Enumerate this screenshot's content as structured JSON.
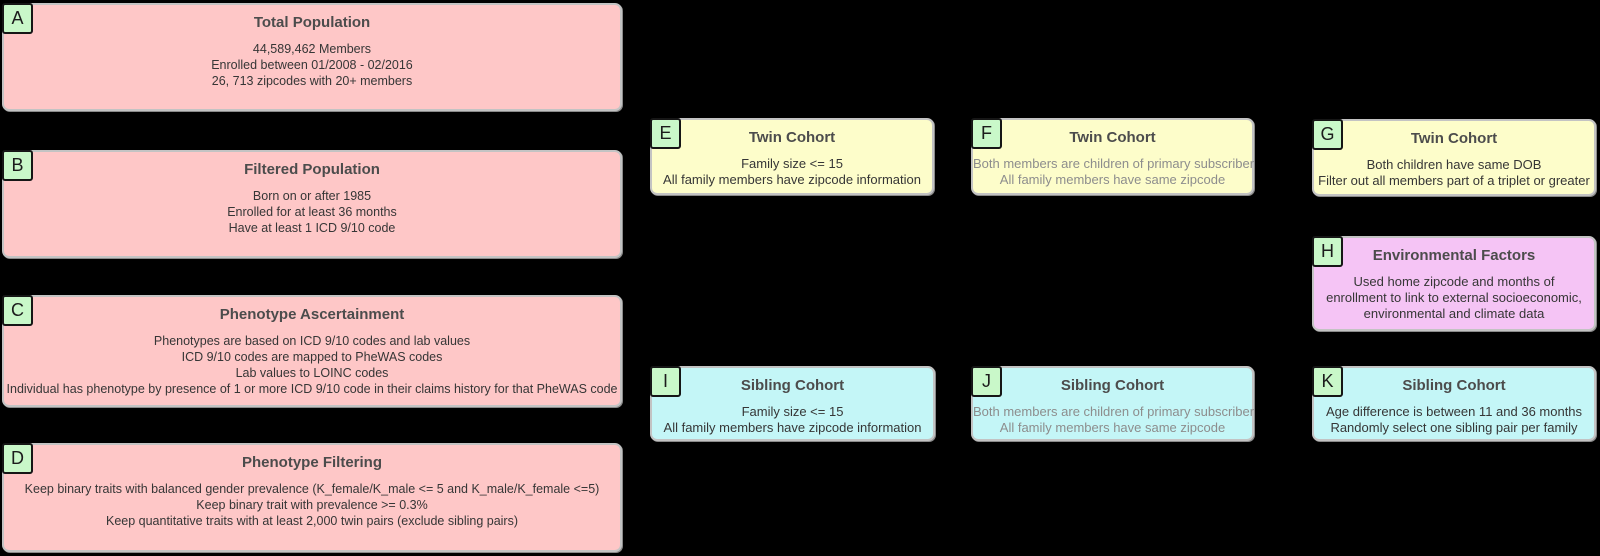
{
  "diagram": {
    "background": "#000000",
    "palette": {
      "population_box": "#fec7c7",
      "twin_cohort_box": "#fdfdca",
      "sibling_cohort_box": "#c4f6f7",
      "environmental_box": "#f5c4f5",
      "letter_badge": "#c9f8c9",
      "box_border": "#c3c3c3",
      "badge_border": "#161616",
      "title_text": "#4c4c4c",
      "body_text": "#363636",
      "muted_body_text": "#8d8d8d"
    },
    "boxes": [
      {
        "id": "A",
        "style": "pink",
        "size": "big",
        "title": "Total Population",
        "body": [
          "44,589,462 Members",
          "Enrolled between 01/2008 - 02/2016",
          "26, 713 zipcodes with 20+ members"
        ]
      },
      {
        "id": "B",
        "style": "pink",
        "size": "big",
        "title": "Filtered Population",
        "body": [
          "Born on or after 1985",
          "Enrolled for at least 36 months",
          "Have at least 1 ICD 9/10 code"
        ]
      },
      {
        "id": "C",
        "style": "pink",
        "size": "big",
        "title": "Phenotype Ascertainment",
        "body": [
          "Phenotypes are based on ICD 9/10 codes and lab values",
          "ICD 9/10 codes are mapped to PheWAS codes",
          "Lab values to LOINC codes",
          "Individual has phenotype by presence of 1 or more ICD 9/10 code in their claims history for that PheWAS code"
        ]
      },
      {
        "id": "D",
        "style": "pink",
        "size": "big",
        "title": "Phenotype Filtering",
        "body": [
          "Keep binary traits with balanced gender prevalence (K_female/K_male <= 5 and K_male/K_female <=5)",
          "Keep binary trait with prevalence >= 0.3%",
          "Keep quantitative traits with at least 2,000 twin pairs (exclude sibling pairs)"
        ]
      },
      {
        "id": "E",
        "style": "yellow",
        "title": "Twin Cohort",
        "body": [
          "Family size <= 15",
          "All family members have zipcode information"
        ]
      },
      {
        "id": "F",
        "style": "yellow",
        "muted": true,
        "title": "Twin Cohort",
        "body": [
          "Both members are children of primary subscriber",
          "All family members have same zipcode"
        ]
      },
      {
        "id": "G",
        "style": "yellow",
        "title": "Twin Cohort",
        "body": [
          "Both children have same DOB",
          "Filter out all members part of a triplet or greater"
        ]
      },
      {
        "id": "H",
        "style": "magenta",
        "wrap": true,
        "title": "Environmental Factors",
        "body": [
          "Used home zipcode and months of enrollment to link to external socioeconomic, environmental and climate data"
        ]
      },
      {
        "id": "I",
        "style": "cyan",
        "title": "Sibling Cohort",
        "body": [
          "Family size <= 15",
          "All family members have zipcode information"
        ]
      },
      {
        "id": "J",
        "style": "cyan",
        "muted": true,
        "title": "Sibling Cohort",
        "body": [
          "Both members are children of primary subscriber",
          "All family members have same zipcode"
        ]
      },
      {
        "id": "K",
        "style": "cyan",
        "title": "Sibling Cohort",
        "body": [
          "Age difference is between 11 and 36 months",
          "Randomly select one sibling pair per family"
        ]
      }
    ]
  }
}
